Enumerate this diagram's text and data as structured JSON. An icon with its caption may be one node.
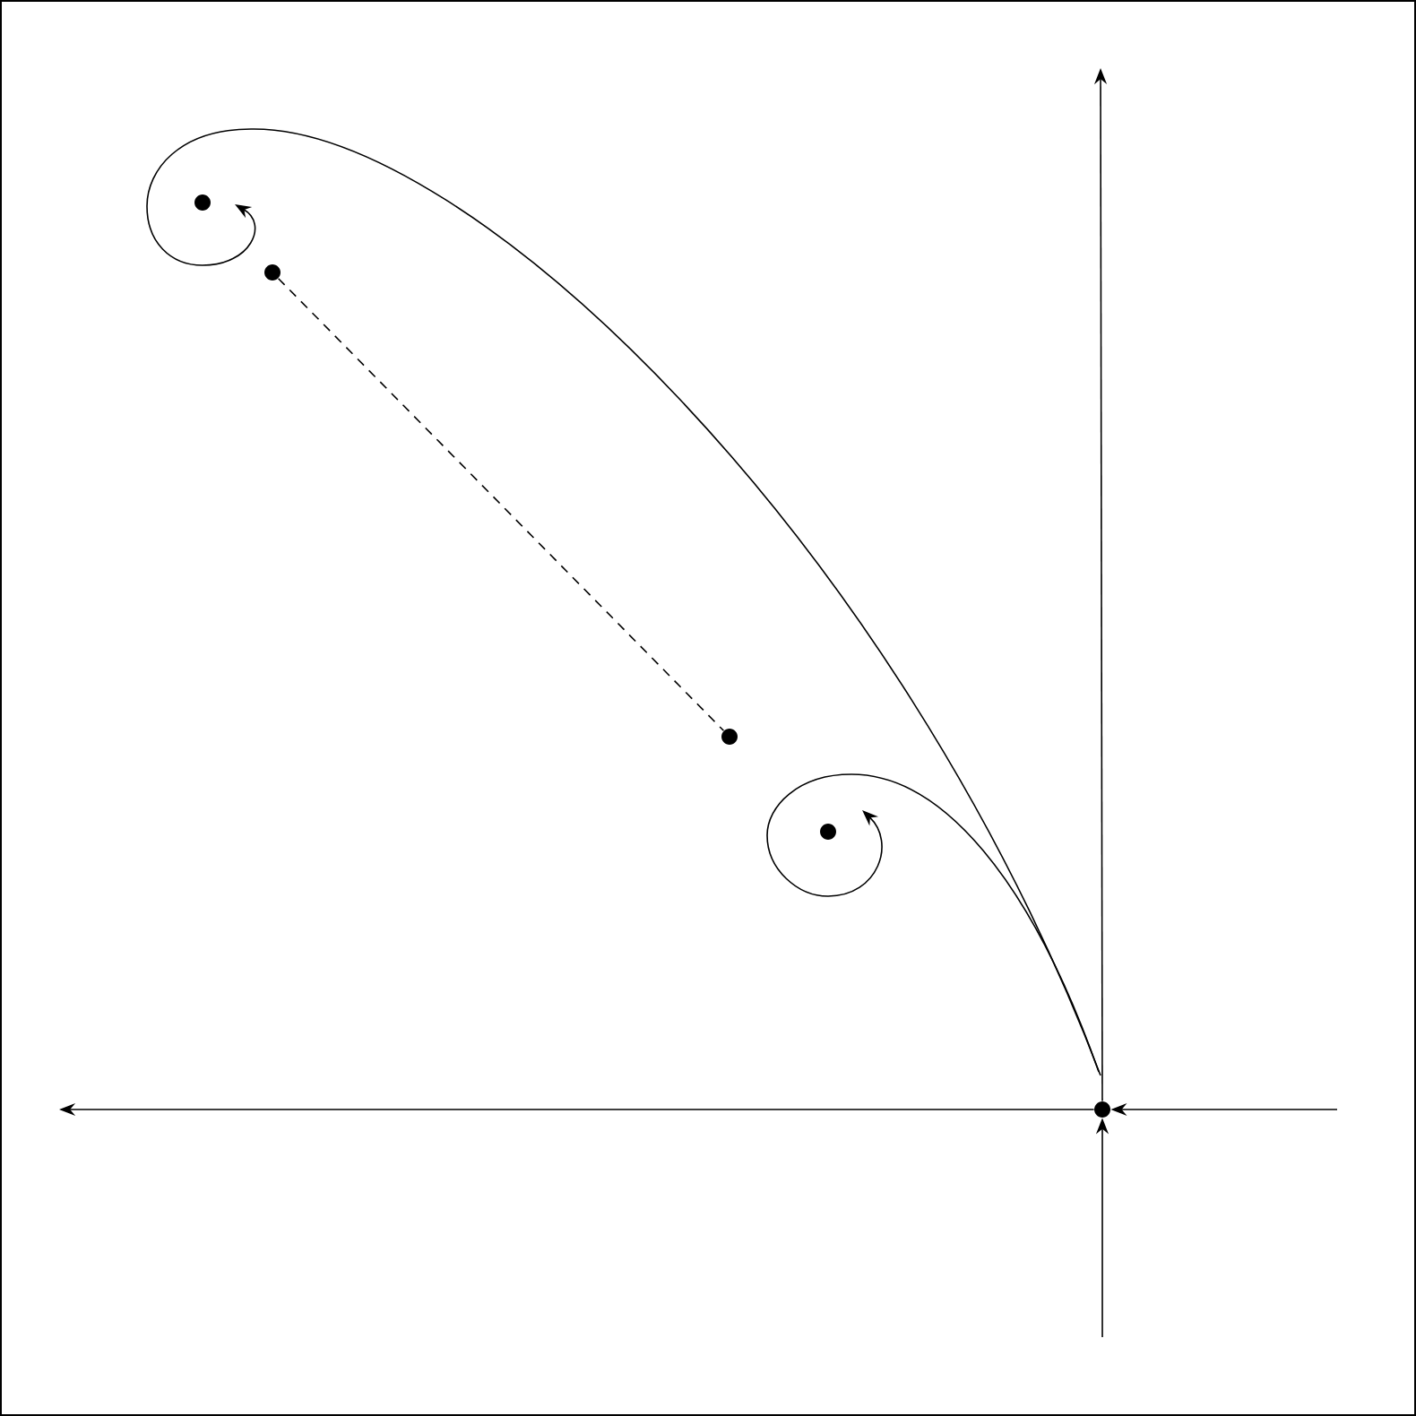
{
  "diagram": {
    "nodes": [
      {
        "text": [],
        "shape": "circle"
      },
      {
        "text": [],
        "shape": "circle"
      },
      {
        "text": [],
        "shape": "circle"
      },
      {
        "text": [],
        "shape": "circle"
      },
      {
        "text": [],
        "shape": "circle"
      }
    ],
    "edges": [
      {
        "from": 2,
        "to": 3,
        "arrow": "none",
        "style": "dashed"
      },
      {
        "from": 0,
        "to": null,
        "arrow": "to"
      },
      {
        "from": 0,
        "to": null,
        "arrow": "to"
      },
      {
        "from": null,
        "to": 0,
        "arrow": "to"
      },
      {
        "from": null,
        "to": 0,
        "arrow": "to"
      }
    ]
  }
}
